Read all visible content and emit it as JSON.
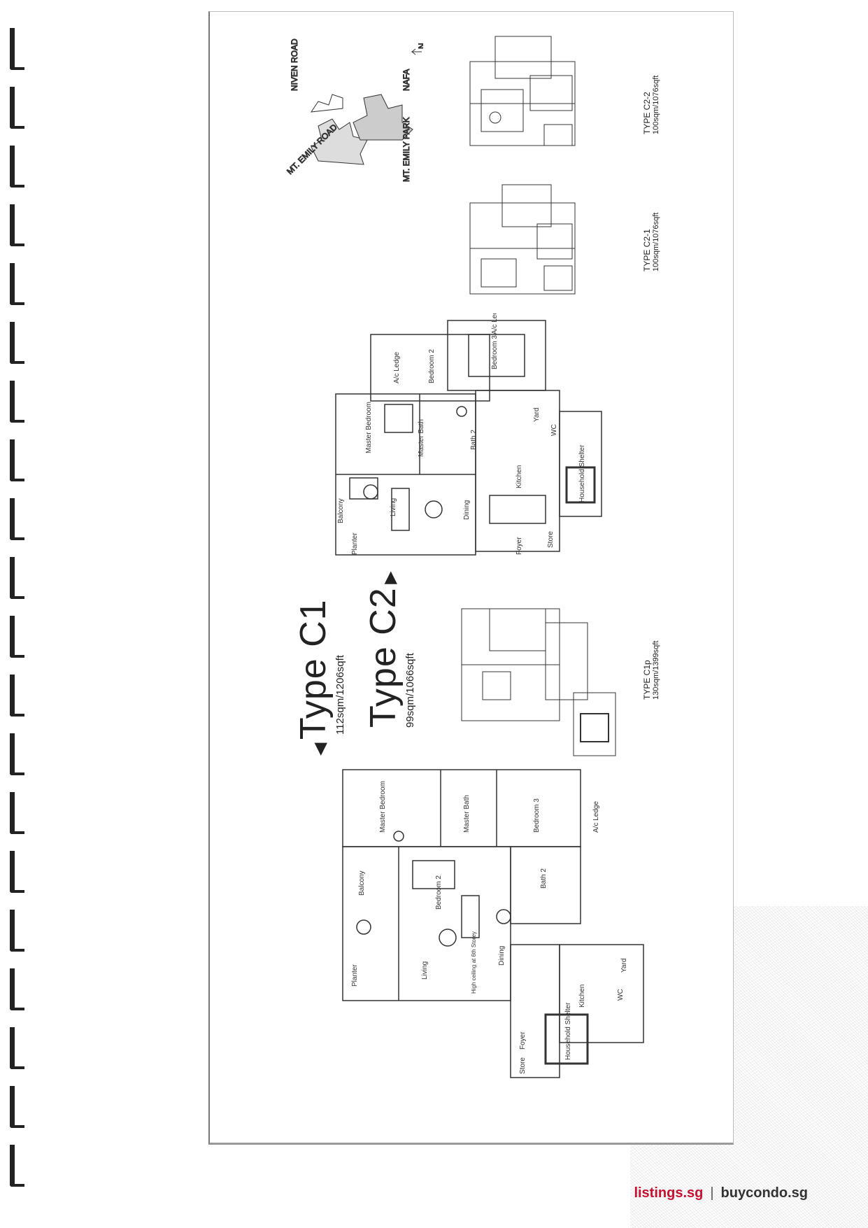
{
  "headline": {
    "type_c1": "Type C1",
    "type_c1_size": "112sqm/1206sqft",
    "type_c2": "Type C2",
    "type_c2_size": "99sqm/1066sqft"
  },
  "thumbnails": {
    "c1p_name": "TYPE C1p",
    "c1p_size": "130sqm/1399sqft",
    "c2_1_name": "TYPE C2-1",
    "c2_1_size": "100sqm/1076sqft",
    "c2_2_name": "TYPE C2-2",
    "c2_2_size": "100sqm/1076sqft"
  },
  "site_map": {
    "niven_road": "NIVEN ROAD",
    "mt_emily_road": "MT. EMILY ROAD",
    "mt_emily_park": "MT. EMILY PARK",
    "nafa": "NAFA",
    "north": "N"
  },
  "rooms_c1": {
    "master_bedroom": "Master Bedroom",
    "master_bath": "Master Bath",
    "bedroom2": "Bedroom 2",
    "bedroom3": "Bedroom 3",
    "bath2": "Bath 2",
    "ac_ledge": "A/c Ledge",
    "balcony": "Balcony",
    "living": "Living",
    "dining": "Dining",
    "high_ceiling": "High ceiling at 6th Storey",
    "planter": "Planter",
    "kitchen": "Kitchen",
    "yard": "Yard",
    "wc": "WC",
    "foyer": "Foyer",
    "store": "Store",
    "shelter": "Household Shelter"
  },
  "rooms_c2": {
    "master_bedroom": "Master Bedroom",
    "master_bath": "Master Bath",
    "bedroom2": "Bedroom 2",
    "bedroom3": "Bedroom 3",
    "bath2": "Bath 2",
    "ac_ledge": "A/c Ledge",
    "ac_ledge_top": "A/c Ledge",
    "balcony": "Balcony",
    "living": "Living",
    "dining": "Dining",
    "planter": "Planter",
    "kitchen": "Kitchen",
    "yard": "Yard",
    "wc": "WC",
    "foyer": "Foyer",
    "store": "Store",
    "shelter": "Household Shelter"
  },
  "footer": {
    "site_a": "listings.sg",
    "separator": "|",
    "site_b": "buycondo.sg"
  }
}
